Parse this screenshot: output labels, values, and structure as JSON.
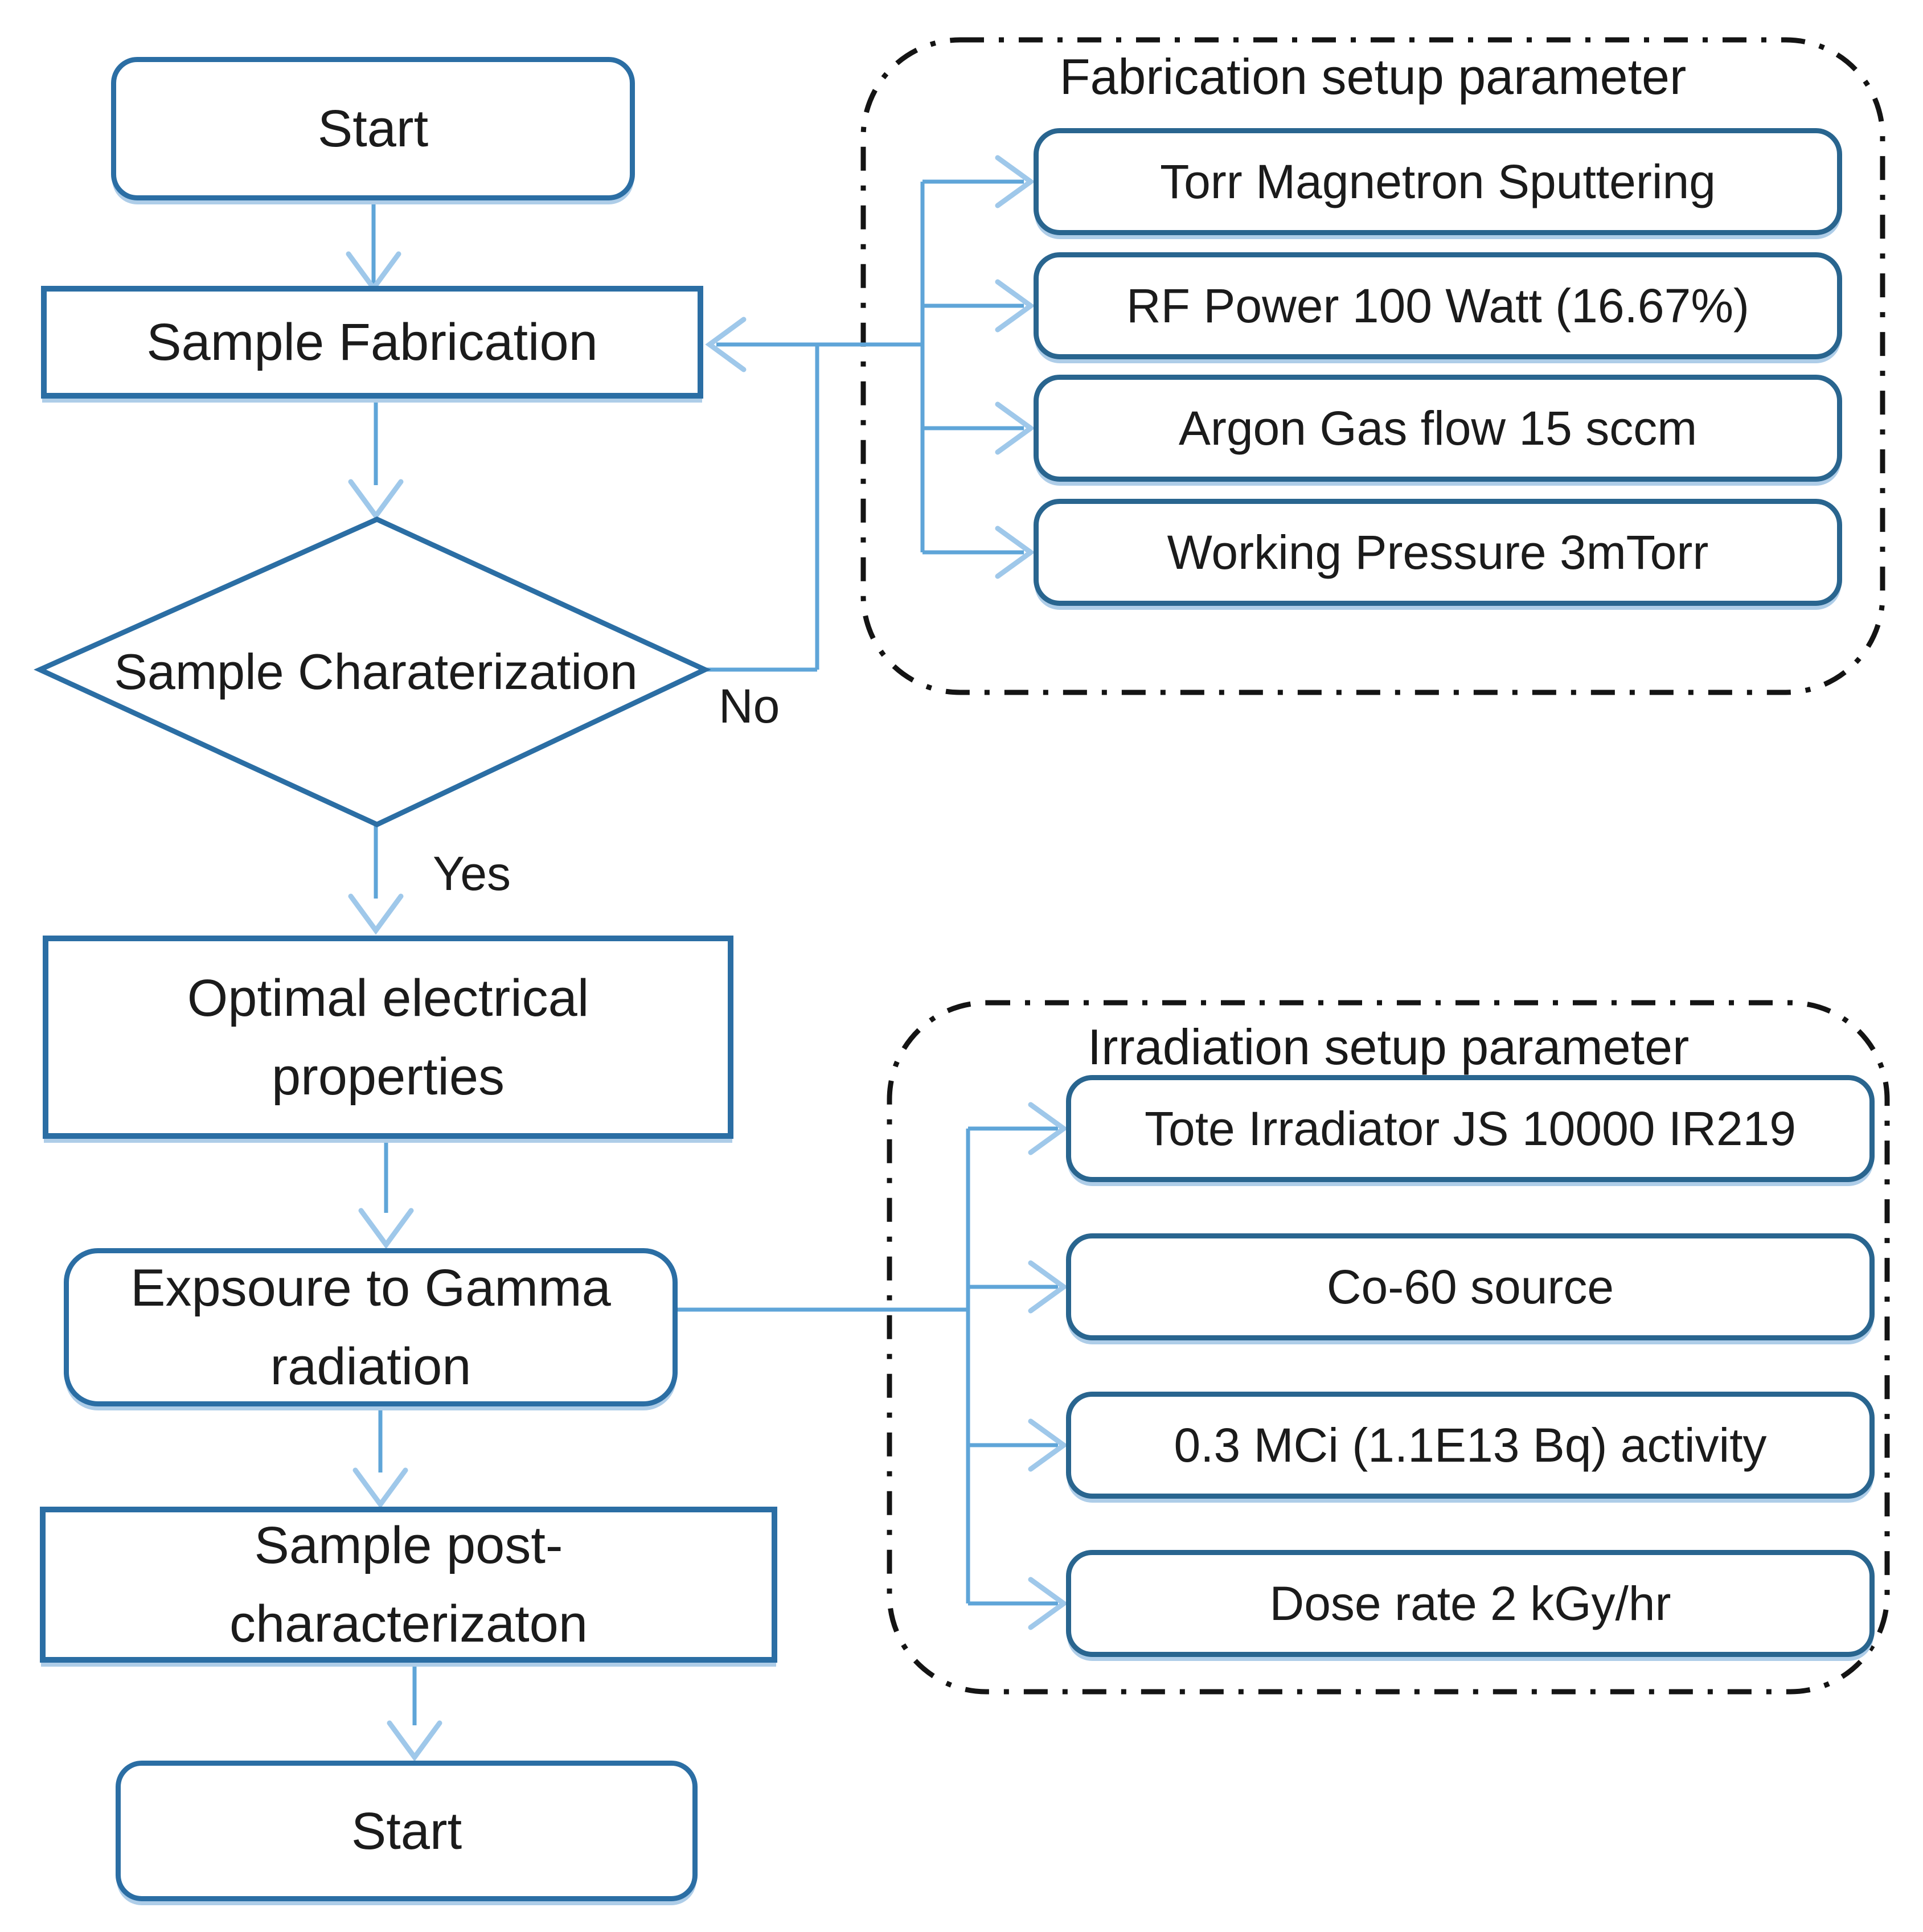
{
  "figure": {
    "type": "flowchart",
    "description": "Process flow of sample fabrication, characterization and gamma irradiation with setup-parameter panels"
  },
  "colors": {
    "node_border": "#2b6ea4",
    "param_border": "#29658f",
    "connector_line": "#5fa5d8",
    "arrowhead": "#9fc8ea",
    "dashed_container": "#141414",
    "text": "#1b1b1b",
    "background": "#ffffff"
  },
  "flow": {
    "start_top": {
      "label": "Start"
    },
    "sample_fabrication": {
      "label": "Sample Fabrication"
    },
    "decision": {
      "label": "Sample Charaterization"
    },
    "optimal": {
      "line1": "Optimal electrical",
      "line2": "properties"
    },
    "exposure": {
      "line1": "Expsoure to Gamma",
      "line2": "radiation"
    },
    "post_characterization": {
      "line1": "Sample post-",
      "line2": "characterizaton"
    },
    "start_bottom": {
      "label": "Start"
    },
    "branch_labels": {
      "no": "No",
      "yes": "Yes"
    }
  },
  "fabrication_panel": {
    "title": "Fabrication setup parameter",
    "items": [
      "Torr Magnetron Sputtering",
      "RF Power 100 Watt (16.67%)",
      "Argon Gas flow 15 sccm",
      "Working Pressure 3mTorr"
    ]
  },
  "irradiation_panel": {
    "title": "Irradiation setup parameter",
    "items": [
      "Tote Irradiator JS 10000 IR219",
      "Co-60 source",
      "0.3 MCi (1.1E13 Bq) activity",
      "Dose rate 2 kGy/hr"
    ]
  }
}
